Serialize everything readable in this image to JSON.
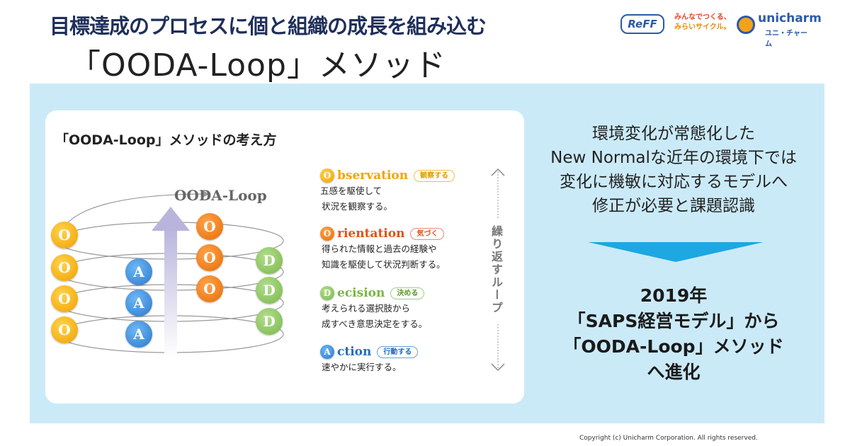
{
  "header": {
    "title_line1": "目標達成のプロセスに個と組織の成長を組み込む",
    "title_line2": "「OODA-Loop」メソッド"
  },
  "logos": {
    "reff": "ReFF",
    "reff_tagline_1": "みんなでつくる、",
    "reff_tagline_2": "みらいサイクル。",
    "unicharm": "unicharm",
    "unicharm_kana": "ユニ・チャーム"
  },
  "diagram": {
    "title": "「OODA-Loop」メソッドの考え方",
    "loop_label": "OODA-Loop",
    "letters": {
      "o": "O",
      "a": "A",
      "d": "D"
    },
    "repeat_label": "繰り返すループ",
    "steps": [
      {
        "letter": "O",
        "word": "bservation",
        "tag": "観察する",
        "desc1": "五感を駆使して",
        "desc2": "状況を観察する。",
        "color": "#f0a500"
      },
      {
        "letter": "O",
        "word": "rientation",
        "tag": "気づく",
        "desc1": "得られた情報と過去の経験や",
        "desc2": "知識を駆使して状況判断する。",
        "color": "#e0541a"
      },
      {
        "letter": "D",
        "word": "ecision",
        "tag": "決める",
        "desc1": "考えられる選択肢から",
        "desc2": "成すべき意思決定をする。",
        "color": "#7ab648"
      },
      {
        "letter": "A",
        "word": "ction",
        "tag": "行動する",
        "desc1": "速やかに実行する。",
        "desc2": "",
        "color": "#1f6fbf"
      }
    ]
  },
  "right": {
    "lines": [
      "環境変化が常態化した",
      "New Normalな近年の環境下では",
      "変化に機敏に対応するモデルへ",
      "修正が必要と課題認識"
    ],
    "result": [
      "2019年",
      "「SAPS経営モデル」から",
      "「OODA-Loop」メソッド",
      "へ進化"
    ]
  },
  "footer": {
    "copyright": "Copyright (c) Unicharm Corporation. All rights reserved."
  }
}
